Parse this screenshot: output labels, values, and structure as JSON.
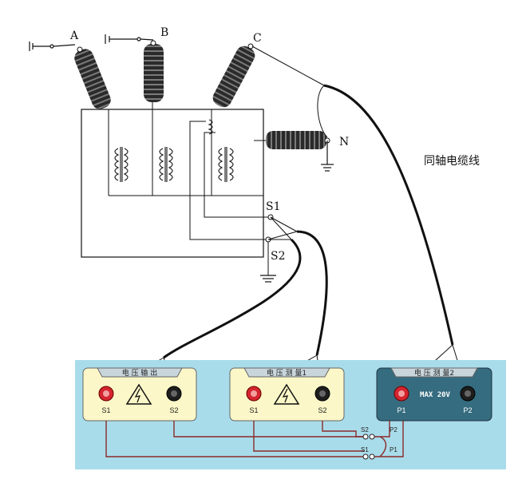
{
  "phase_labels": {
    "a": "A",
    "b": "B",
    "c": "C",
    "n": "N"
  },
  "secondary_labels": {
    "s1": "S1",
    "s2": "S2"
  },
  "cable_label": "同轴电缆线",
  "panels": [
    {
      "title": "电 压 输 出",
      "left": "S1",
      "right": "S2",
      "warning": true
    },
    {
      "title": "电 压 测 量1",
      "left": "S1",
      "right": "S2",
      "warning": true
    },
    {
      "title": "电 压 测 量2",
      "left": "P1",
      "right": "P2",
      "badge": "MAX 20V"
    }
  ],
  "switch_labels": {
    "s2": "S2",
    "s1": "S1",
    "p2": "P2",
    "p1": "P1"
  },
  "colors": {
    "panel_bg": "#a9dcea",
    "panel_face": "#fbf7c8",
    "panel3_face": "#356c7f",
    "red_terminal": "#d4252f",
    "black_terminal": "#1e1e1e",
    "wire": "#8b2a2a"
  }
}
